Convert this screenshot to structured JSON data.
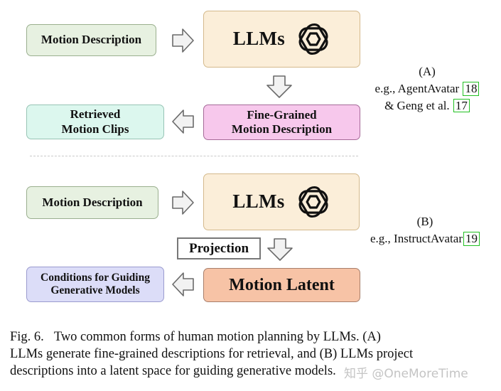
{
  "diagram_a": {
    "input_label": "Motion Description",
    "llm_label": "LLMs",
    "retrieved_label_line1": "Retrieved",
    "retrieved_label_line2": "Motion Clips",
    "fine_label_line1": "Fine-Grained",
    "fine_label_line2": "Motion Description",
    "tag": "(A)",
    "ref_line1_text": "e.g., AgentAvatar ",
    "ref_line1_cite": "18",
    "ref_line2_text": "& Geng et al. ",
    "ref_line2_cite": "17"
  },
  "diagram_b": {
    "input_label": "Motion Description",
    "llm_label": "LLMs",
    "projection_label": "Projection",
    "latent_label": "Motion Latent",
    "conditions_line1": "Conditions for Guiding",
    "conditions_line2": "Generative Models",
    "tag": "(B)",
    "ref_text": "e.g., InstructAvatar",
    "ref_cite": "19"
  },
  "caption": {
    "fig": "Fig. 6.",
    "line1": "Two common forms of human motion planning by LLMs. (A)",
    "line2": "LLMs generate fine-grained descriptions for retrieval, and (B) LLMs project",
    "line3": "descriptions into a latent space for guiding generative models."
  },
  "watermark": "知乎 @OneMoreTime",
  "icons": {
    "llm_logo": "openai-logo-icon",
    "arrow": "outline-arrow-icon"
  },
  "colors": {
    "green_box": "#e7f1e1",
    "mint_box": "#dcf7ee",
    "llm_box": "#fbeed9",
    "pink_box": "#f7c8ec",
    "salmon_box": "#f7c3a6",
    "lavender_box": "#dcddf8",
    "citation_border": "#22c022"
  }
}
